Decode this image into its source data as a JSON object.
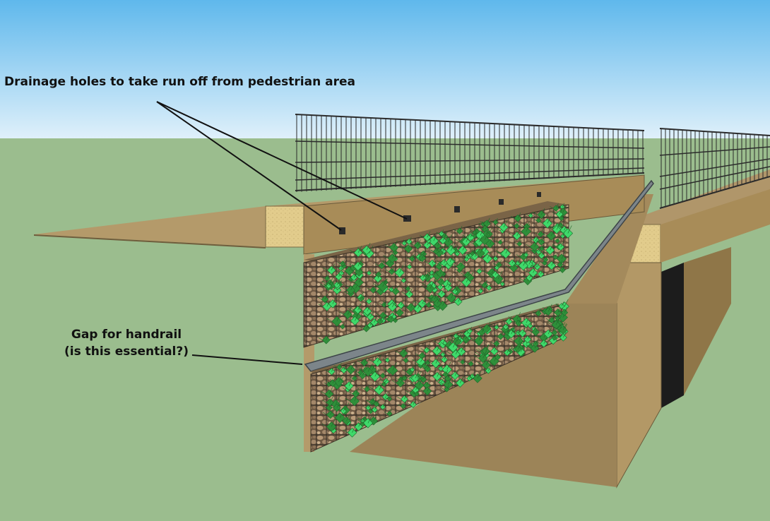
{
  "annotations": {
    "drainage": "Drainage holes to take run off from pedestrian area",
    "handrail_line1": "Gap for handrail",
    "handrail_line2": "(is this essential?)"
  },
  "colors": {
    "sky_top": "#5fb8ec",
    "sky_bottom": "#dff0fa",
    "grass": "#9bbd8e",
    "deck_top": "#b49a6a",
    "deck_front": "#e2cc8c",
    "wall_face": "#a88c58",
    "floor": "#9c8458",
    "gabion_stone": "#8b7355",
    "ivy_dark": "#2f8f3a",
    "ivy_light": "#3fd96a",
    "channel": "#7c858a",
    "railing": "#2b2b2b",
    "underpass": "#1c1c1c"
  }
}
